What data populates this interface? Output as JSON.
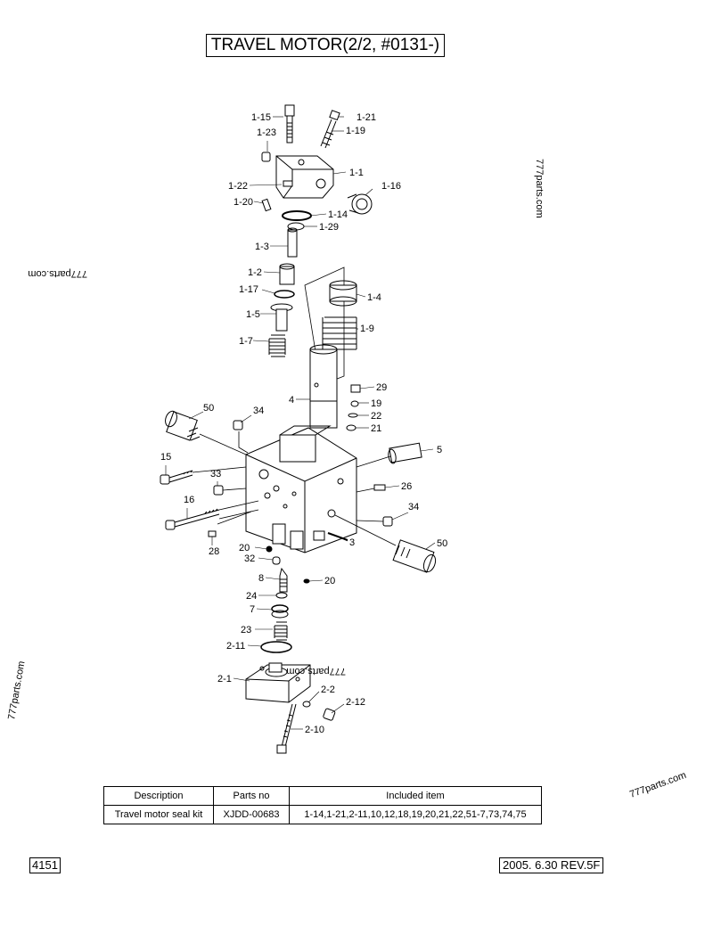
{
  "title": "TRAVEL MOTOR(2/2, #0131-)",
  "watermarks": [
    "777parts.com",
    "777parts.com",
    "777parts.com",
    "777parts.com",
    "777parts.com"
  ],
  "callouts": [
    {
      "id": "c1",
      "text": "1-15"
    },
    {
      "id": "c2",
      "text": "1-21"
    },
    {
      "id": "c3",
      "text": "1-23"
    },
    {
      "id": "c4",
      "text": "1-19"
    },
    {
      "id": "c5",
      "text": "1-1"
    },
    {
      "id": "c6",
      "text": "1-22"
    },
    {
      "id": "c7",
      "text": "1-16"
    },
    {
      "id": "c8",
      "text": "1-20"
    },
    {
      "id": "c9",
      "text": "1-14"
    },
    {
      "id": "c10",
      "text": "1-29"
    },
    {
      "id": "c11",
      "text": "1-3"
    },
    {
      "id": "c12",
      "text": "1-2"
    },
    {
      "id": "c13",
      "text": "1-4"
    },
    {
      "id": "c14",
      "text": "1-17"
    },
    {
      "id": "c15",
      "text": "1-5"
    },
    {
      "id": "c16",
      "text": "1-9"
    },
    {
      "id": "c17",
      "text": "1-7"
    },
    {
      "id": "c18",
      "text": "29"
    },
    {
      "id": "c19",
      "text": "4"
    },
    {
      "id": "c20",
      "text": "19"
    },
    {
      "id": "c21",
      "text": "22"
    },
    {
      "id": "c22",
      "text": "21"
    },
    {
      "id": "c23",
      "text": "50"
    },
    {
      "id": "c24",
      "text": "34"
    },
    {
      "id": "c25",
      "text": "5"
    },
    {
      "id": "c26",
      "text": "15"
    },
    {
      "id": "c27",
      "text": "33"
    },
    {
      "id": "c28",
      "text": "26"
    },
    {
      "id": "c29",
      "text": "16"
    },
    {
      "id": "c30",
      "text": "34"
    },
    {
      "id": "c31",
      "text": "3"
    },
    {
      "id": "c32",
      "text": "28"
    },
    {
      "id": "c33",
      "text": "20"
    },
    {
      "id": "c34",
      "text": "50"
    },
    {
      "id": "c35",
      "text": "32"
    },
    {
      "id": "c36",
      "text": "8"
    },
    {
      "id": "c37",
      "text": "20"
    },
    {
      "id": "c38",
      "text": "24"
    },
    {
      "id": "c39",
      "text": "7"
    },
    {
      "id": "c40",
      "text": "23"
    },
    {
      "id": "c41",
      "text": "2-11"
    },
    {
      "id": "c42",
      "text": "2-1"
    },
    {
      "id": "c43",
      "text": "2-2"
    },
    {
      "id": "c44",
      "text": "2-12"
    },
    {
      "id": "c45",
      "text": "2-10"
    }
  ],
  "table": {
    "headers": [
      "Description",
      "Parts no",
      "Included item"
    ],
    "rows": [
      [
        "Travel motor seal kit",
        "XJDD-00683",
        "1-14,1-21,2-11,10,12,18,19,20,21,22,51-7,73,74,75"
      ]
    ]
  },
  "footer": {
    "page_number": "4151",
    "revision": "2005. 6.30  REV.5F"
  }
}
